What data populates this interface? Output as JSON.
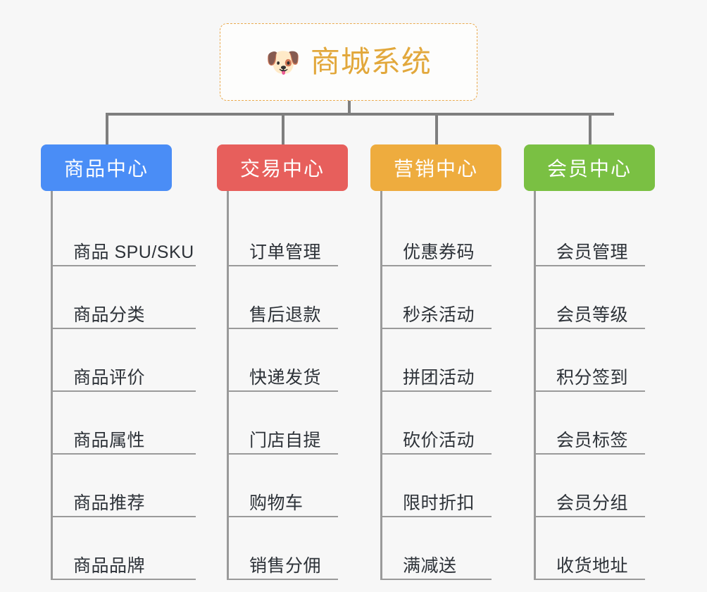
{
  "canvas": {
    "background_color": "#f7f7f7"
  },
  "root": {
    "icon": "dog-face-emoji",
    "icon_glyph": "🐶",
    "title": "商城系统",
    "title_color": "#e2a83c",
    "border_color": "#eaaa4e",
    "border_style": "dashed"
  },
  "connector": {
    "color": "#7f7f7f"
  },
  "columns": [
    {
      "id": "product-center",
      "label": "商品中心",
      "color": "#4a8df6",
      "items": [
        "商品 SPU/SKU",
        "商品分类",
        "商品评价",
        "商品属性",
        "商品推荐",
        "商品品牌"
      ]
    },
    {
      "id": "trade-center",
      "label": "交易中心",
      "color": "#e75f5c",
      "items": [
        "订单管理",
        "售后退款",
        "快递发货",
        "门店自提",
        "购物车",
        "销售分佣"
      ]
    },
    {
      "id": "marketing-center",
      "label": "营销中心",
      "color": "#eeac3e",
      "items": [
        "优惠券码",
        "秒杀活动",
        "拼团活动",
        "砍价活动",
        "限时折扣",
        "满减送"
      ]
    },
    {
      "id": "member-center",
      "label": "会员中心",
      "color": "#7ac043",
      "items": [
        "会员管理",
        "会员等级",
        "积分签到",
        "会员标签",
        "会员分组",
        "收货地址"
      ]
    }
  ]
}
